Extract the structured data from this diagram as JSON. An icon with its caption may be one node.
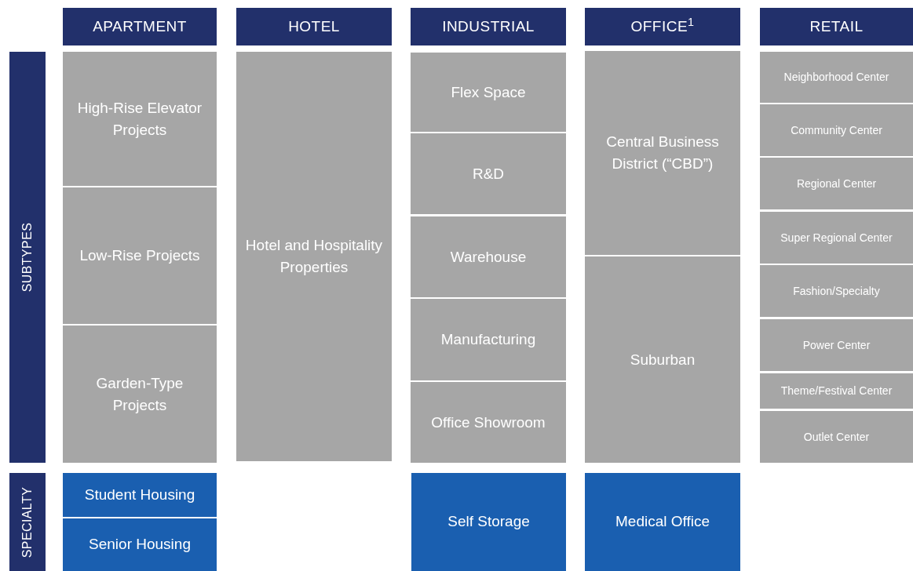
{
  "diagram": {
    "nodes": [
      {
        "text": [
          "APARTMENT"
        ]
      },
      {
        "text": [
          "HOTEL"
        ]
      },
      {
        "text": [
          "INDUSTRIAL"
        ]
      },
      {
        "text": [
          "OFFICE$^{1}$"
        ]
      },
      {
        "text": [
          "RETAIL"
        ]
      },
      {
        "text": [
          "SUBTYPES"
        ]
      },
      {
        "text": [
          "High-Rise Elevator Projects"
        ]
      },
      {
        "text": [
          "Low-Rise Projects"
        ]
      },
      {
        "text": [
          "Garden-Type Projects"
        ]
      },
      {
        "text": [
          "Hotel and Hospitality Properties"
        ]
      },
      {
        "text": [
          "Flex Space"
        ]
      },
      {
        "text": [
          "R&D"
        ]
      },
      {
        "text": [
          "Warehouse"
        ]
      },
      {
        "text": [
          "Manufacturing"
        ]
      },
      {
        "text": [
          "Office Showroom"
        ]
      },
      {
        "text": [
          "Central Business District (“CBD”)"
        ]
      },
      {
        "text": [
          "Suburban"
        ]
      },
      {
        "text": [
          "Neighborhood Center"
        ]
      },
      {
        "text": [
          "Community Center"
        ]
      },
      {
        "text": [
          "Regional Center"
        ]
      },
      {
        "text": [
          "Super Regional Center"
        ]
      },
      {
        "text": [
          "Fashion/Specialty"
        ]
      },
      {
        "text": [
          "Power Center"
        ]
      },
      {
        "text": [
          "Theme/Festival Center"
        ]
      },
      {
        "text": [
          "Outlet Center"
        ]
      },
      {
        "text": [
          "SPECIALTY"
        ]
      },
      {
        "text": [
          "Student Housing"
        ]
      },
      {
        "text": [
          "Senior Housing"
        ]
      },
      {
        "text": [
          "Self Storage"
        ]
      },
      {
        "text": [
          "Medical Office"
        ]
      }
    ]
  }
}
